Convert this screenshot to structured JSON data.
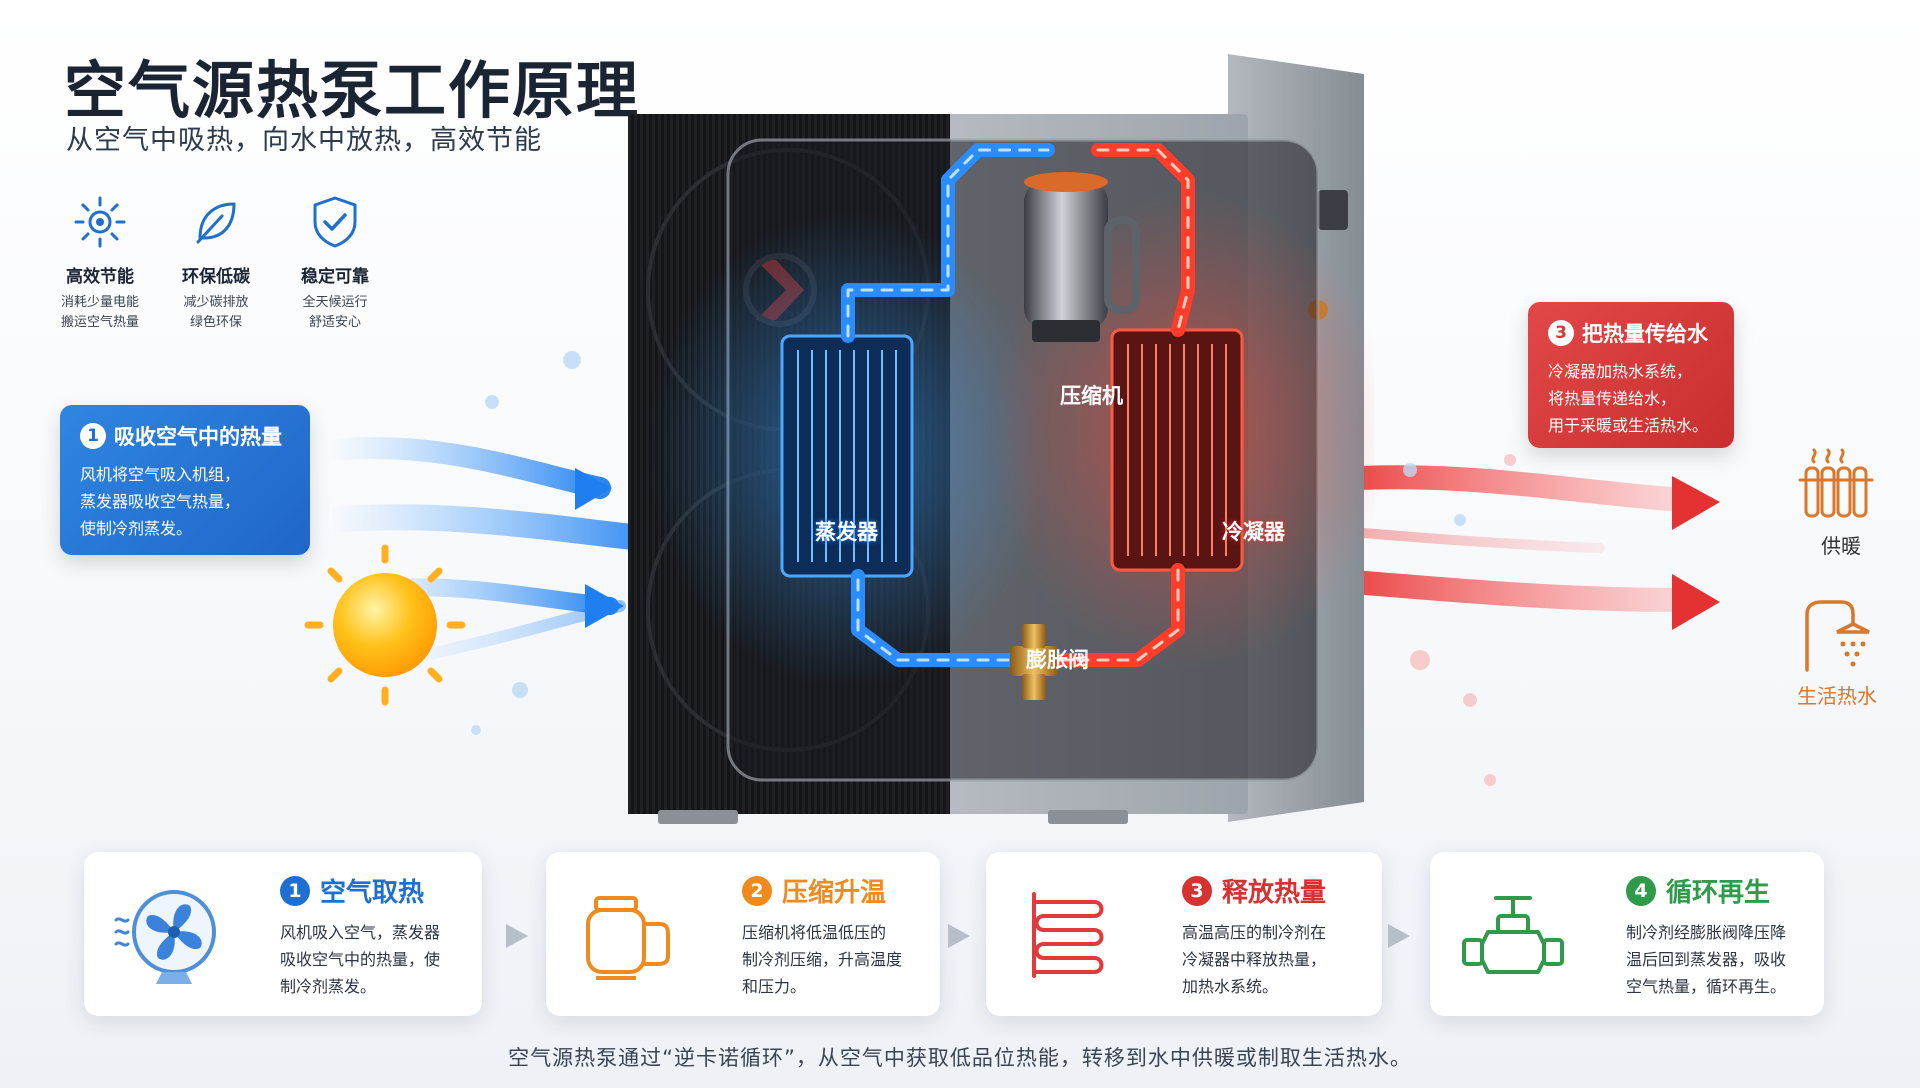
{
  "header": {
    "title": "空气源热泵工作原理",
    "subtitle": "从空气中吸热，向水中放热，高效节能"
  },
  "features": [
    {
      "icon": "sun-icon",
      "name": "高效节能",
      "desc1": "消耗少量电能",
      "desc2": "搬运空气热量"
    },
    {
      "icon": "leaf-icon",
      "name": "环保低碳",
      "desc1": "减少碳排放",
      "desc2": "绿色环保"
    },
    {
      "icon": "shield-check-icon",
      "name": "稳定可靠",
      "desc1": "全天候运行",
      "desc2": "舒适安心"
    }
  ],
  "callouts": {
    "left": {
      "num": "1",
      "title": "吸收空气中的热量",
      "lines": [
        "风机将空气吸入机组，",
        "蒸发器吸收空气热量，",
        "使制冷剂蒸发。"
      ]
    },
    "right": {
      "num": "3",
      "title": "把热量传给水",
      "lines": [
        "冷凝器加热水系统，",
        "将热量传递给水，",
        "用于采暖或生活热水。"
      ]
    }
  },
  "components": {
    "compressor": "压缩机",
    "evaporator": "蒸发器",
    "condenser": "冷凝器",
    "valve": "膨胀阀"
  },
  "outputs": [
    {
      "icon": "radiator-icon",
      "label": "供暖"
    },
    {
      "icon": "shower-icon",
      "label": "生活热水"
    }
  ],
  "steps": [
    {
      "num": "1",
      "title": "空气取热",
      "color": "#1f6fd0",
      "icon": "fan-icon",
      "lines": [
        "风机吸入空气，蒸发器",
        "吸收空气中的热量，使",
        "制冷剂蒸发。"
      ]
    },
    {
      "num": "2",
      "title": "压缩升温",
      "color": "#f08a1c",
      "icon": "compressor-icon",
      "lines": [
        "压缩机将低温低压的",
        "制冷剂压缩，升高温度",
        "和压力。"
      ]
    },
    {
      "num": "3",
      "title": "释放热量",
      "color": "#d63232",
      "icon": "coil-icon",
      "lines": [
        "高温高压的制冷剂在",
        "冷凝器中释放热量，",
        "加热水系统。"
      ]
    },
    {
      "num": "4",
      "title": "循环再生",
      "color": "#2e9a4a",
      "icon": "valve-icon",
      "lines": [
        "制冷剂经膨胀阀降压降",
        "温后回到蒸发器，吸收",
        "空气热量，循环再生。"
      ]
    }
  ],
  "footer": "空气源热泵通过“逆卡诺循环”，从空气中获取低品位热能，转移到水中供暖或制取生活热水。"
}
